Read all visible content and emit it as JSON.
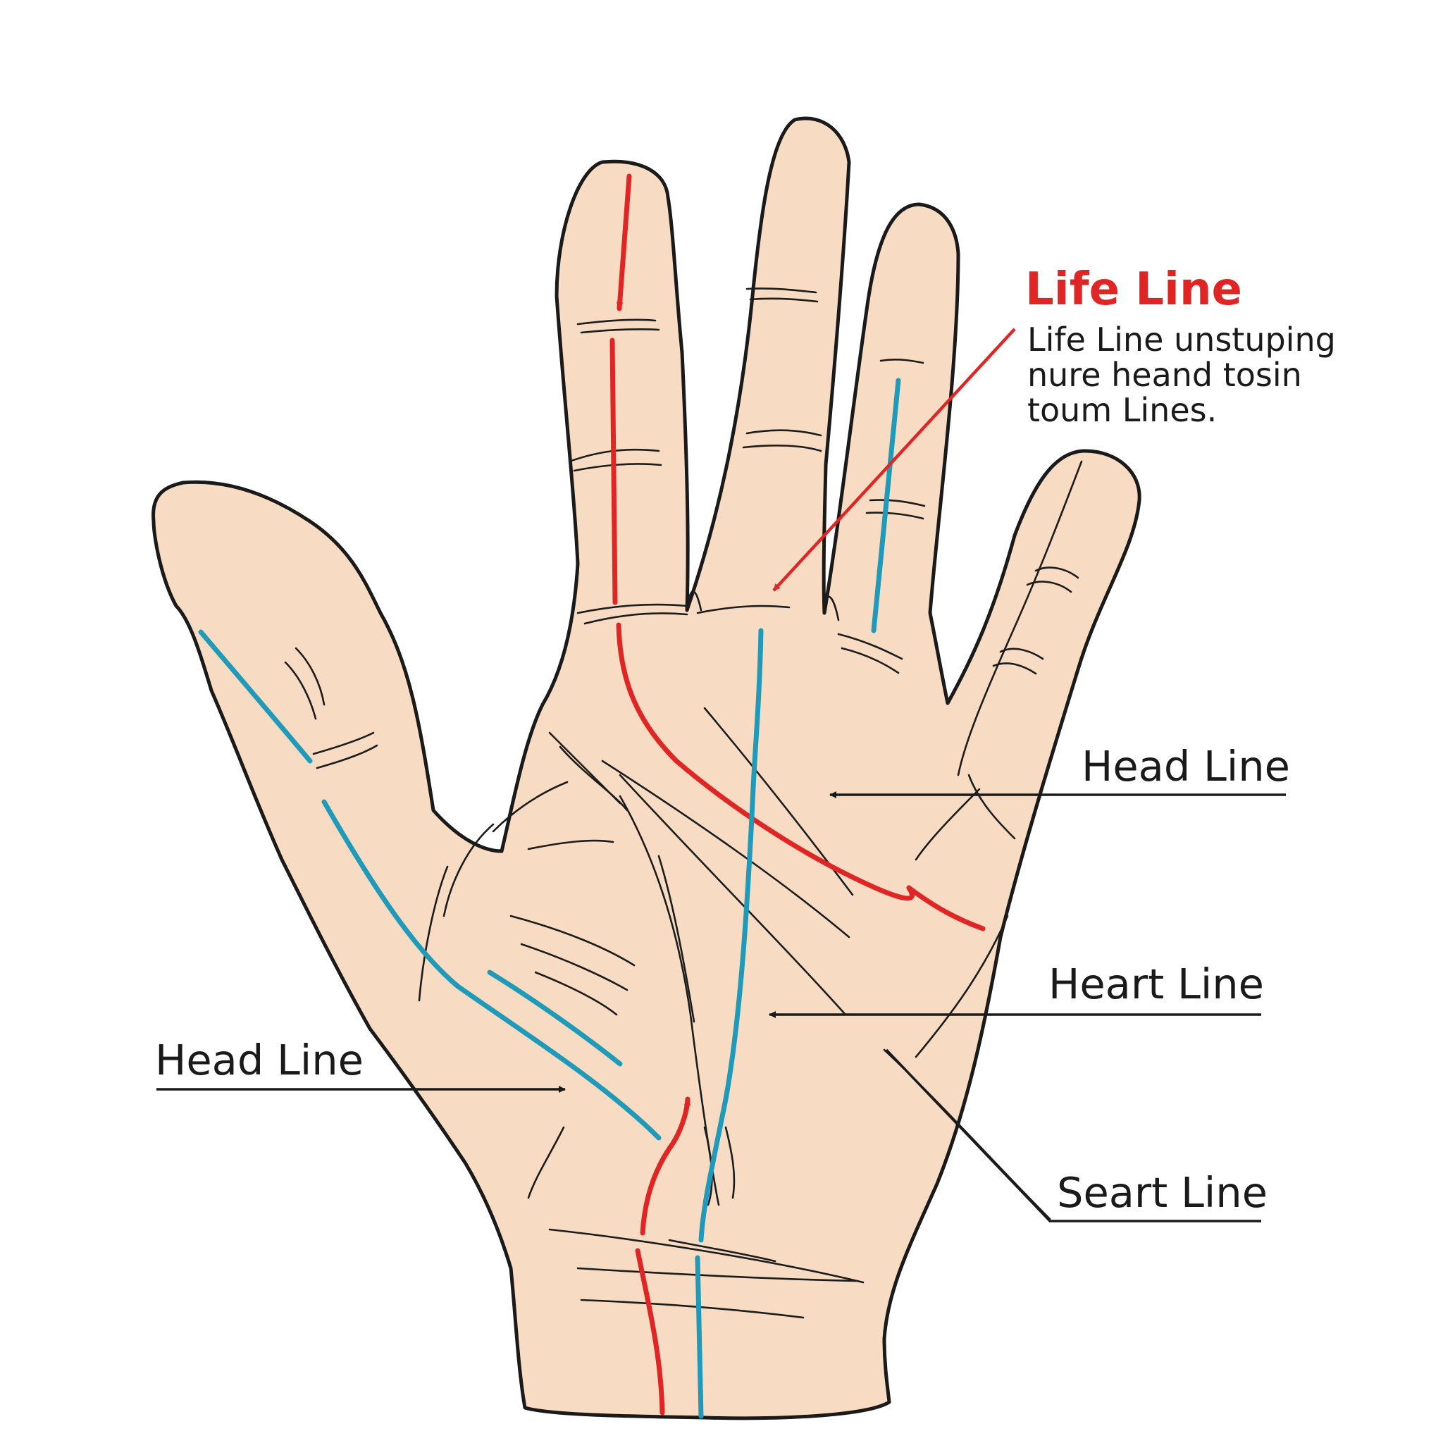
{
  "title_label": {
    "text": "Life Line",
    "description": [
      "Life Line unstuping",
      "nure heand tosin",
      "toum Lines."
    ]
  },
  "labels": {
    "head_line_right": "Head Line",
    "heart_line": "Heart Line",
    "seart_line": "Seart Line",
    "head_line_left": "Head Line"
  },
  "colors": {
    "red_line": "#e02525",
    "blue_line": "#1f9ab8",
    "skin": "#f7dcc3",
    "outline": "#1a1a1a"
  }
}
